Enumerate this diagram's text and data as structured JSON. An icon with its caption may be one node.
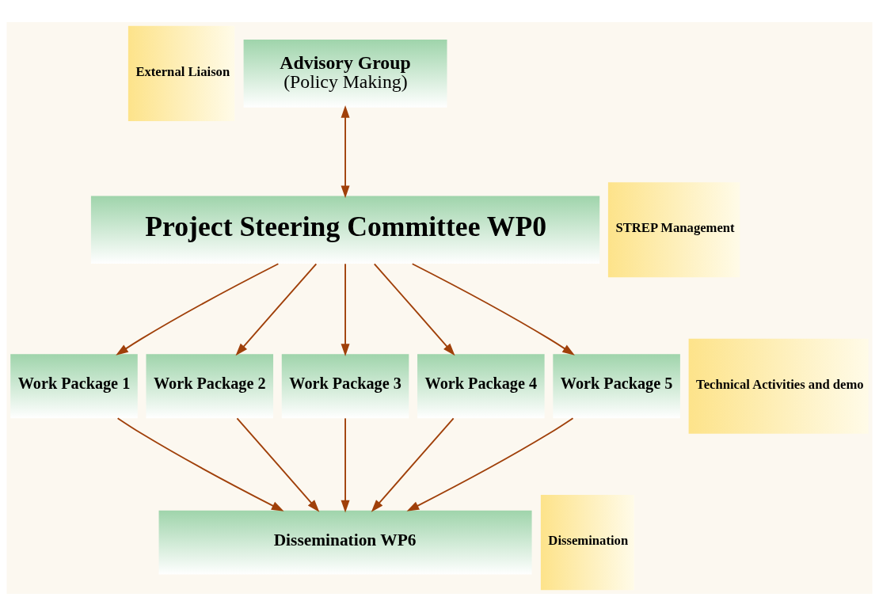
{
  "diagram": {
    "nodes": [
      {
        "text": [
          "External Liaison"
        ]
      },
      {
        "text": [
          "STREP Management"
        ]
      },
      {
        "text": [
          "Technical Activities and demo"
        ]
      },
      {
        "text": [
          "Dissemination"
        ]
      },
      {
        "text": [
          "Advisory Group",
          "(Policy Making)"
        ]
      },
      {
        "text": [
          "Project Steering Committee WP0"
        ]
      },
      {
        "text": [
          "Work Package 1"
        ]
      },
      {
        "text": [
          "Work Package 2"
        ]
      },
      {
        "text": [
          "Work Package 3"
        ]
      },
      {
        "text": [
          "Work Package 4"
        ]
      },
      {
        "text": [
          "Work Package 5"
        ]
      },
      {
        "text": [
          "Dissemination WP6"
        ]
      }
    ],
    "edges": [
      {
        "from": 4,
        "to": 5,
        "arrow": "both"
      },
      {
        "from": 5,
        "to": 6,
        "arrow": "to"
      },
      {
        "from": 5,
        "to": 7,
        "arrow": "to"
      },
      {
        "from": 5,
        "to": 8,
        "arrow": "to"
      },
      {
        "from": 5,
        "to": 9,
        "arrow": "to"
      },
      {
        "from": 5,
        "to": 10,
        "arrow": "to"
      },
      {
        "from": 6,
        "to": 11,
        "arrow": "to"
      },
      {
        "from": 7,
        "to": 11,
        "arrow": "to"
      },
      {
        "from": 8,
        "to": 11,
        "arrow": "to"
      },
      {
        "from": 9,
        "to": 11,
        "arrow": "to"
      },
      {
        "from": 10,
        "to": 11,
        "arrow": "to"
      }
    ]
  }
}
